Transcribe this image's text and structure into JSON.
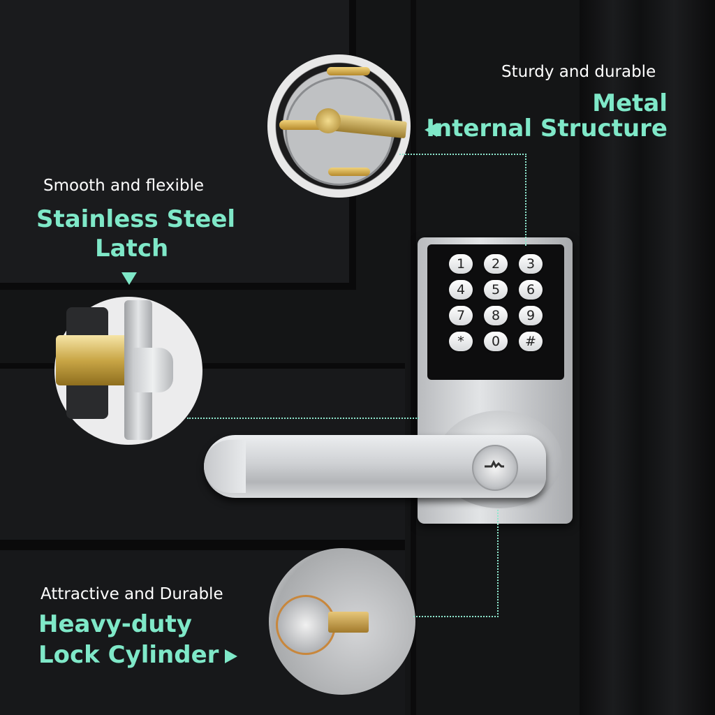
{
  "callouts": {
    "internal": {
      "subtitle": "Sturdy and durable",
      "title_line1": "Metal",
      "title_line2": "Internal Structure"
    },
    "latch": {
      "subtitle": "Smooth and flexible",
      "title_line1": "Stainless Steel",
      "title_line2": "Latch"
    },
    "cylinder": {
      "subtitle": "Attractive and Durable",
      "title_line1": "Heavy-duty",
      "title_line2": "Lock Cylinder"
    }
  },
  "keypad": {
    "keys": [
      "1",
      "2",
      "3",
      "4",
      "5",
      "6",
      "7",
      "8",
      "9",
      "*",
      "0",
      "#"
    ]
  },
  "colors": {
    "accent": "#7fe8c8",
    "door": "#141516",
    "metal": "#c9cbcd"
  },
  "icons": [
    "arrow-left-icon",
    "arrow-down-icon",
    "arrow-right-icon",
    "key-hole-icon"
  ]
}
